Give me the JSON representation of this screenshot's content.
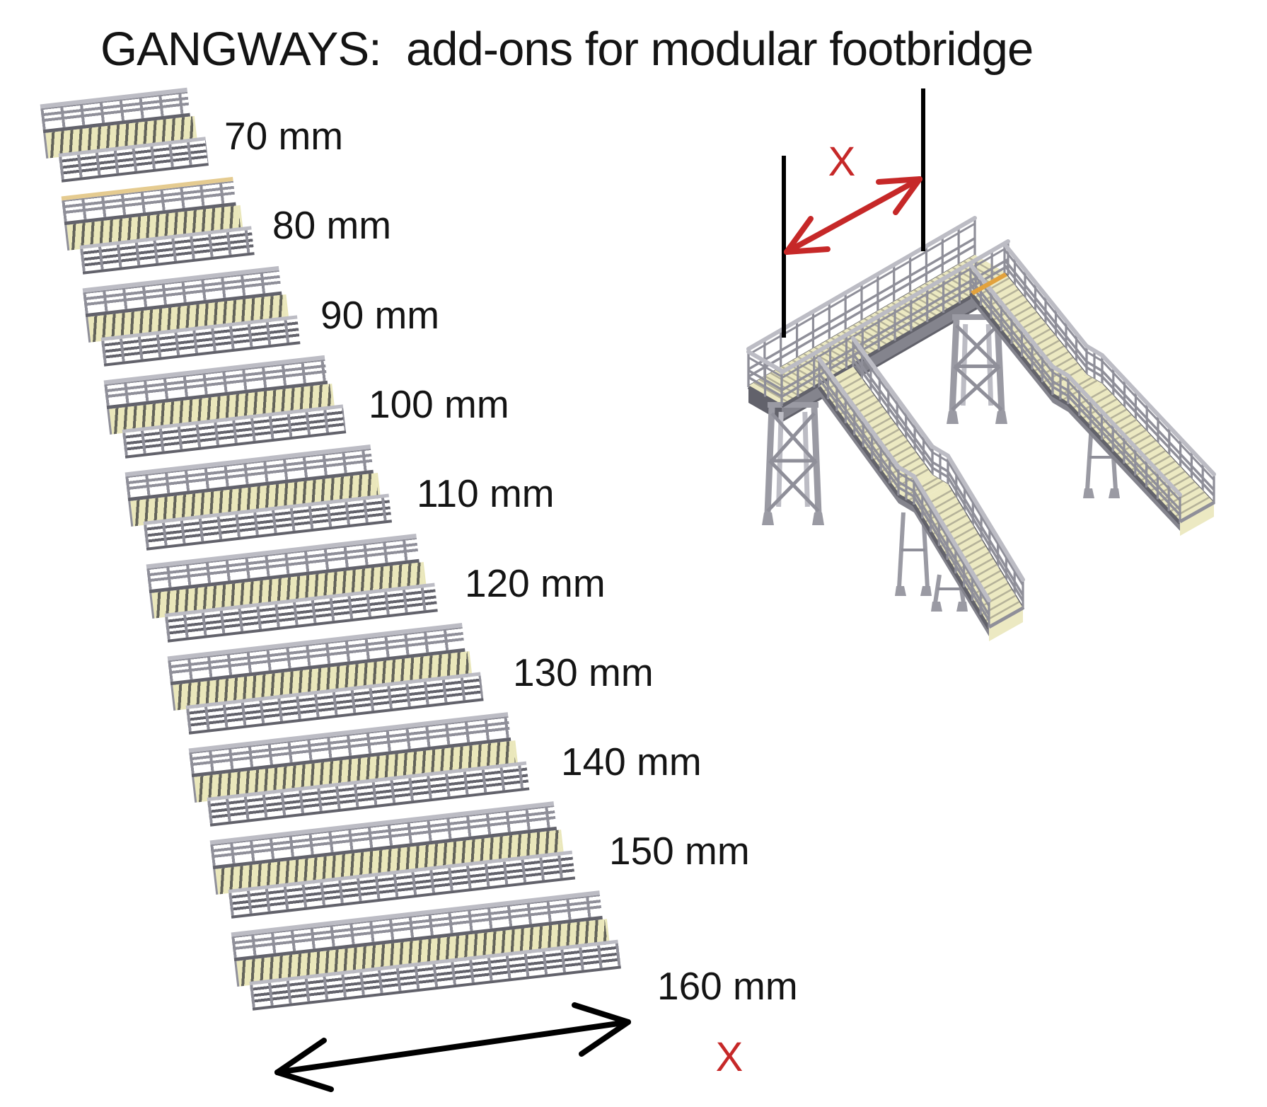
{
  "title": "GANGWAYS:  add-ons for modular footbridge",
  "gangways": {
    "items": [
      {
        "label": "70 mm",
        "size_mm": 70
      },
      {
        "label": "80 mm",
        "size_mm": 80,
        "variant": "tan-top-rail"
      },
      {
        "label": "90 mm",
        "size_mm": 90
      },
      {
        "label": "100 mm",
        "size_mm": 100
      },
      {
        "label": "110 mm",
        "size_mm": 110
      },
      {
        "label": "120 mm",
        "size_mm": 120
      },
      {
        "label": "130 mm",
        "size_mm": 130
      },
      {
        "label": "140 mm",
        "size_mm": 140
      },
      {
        "label": "150 mm",
        "size_mm": 150
      },
      {
        "label": "160 mm",
        "size_mm": 160
      }
    ]
  },
  "annotations": {
    "footbridge_dimension_symbol": "X",
    "gangway_dimension_symbol": "X"
  },
  "colors": {
    "background": "#ffffff",
    "text_black": "#141414",
    "annotation_red": "#c62828",
    "line_black": "#000000",
    "plank": "#eae7bb",
    "plank_gap": "#63635a",
    "deck_cream": "#ece9c2",
    "step_edge": "#b5b299",
    "rail_light": "#bcbcc4",
    "rail_mid": "#8f8f99",
    "rail_dark": "#62626b",
    "fascia": "#84848d",
    "tower": "#9a9aa3",
    "accent_tan": "#e5cb90",
    "accent_orange": "#e2a23d"
  }
}
